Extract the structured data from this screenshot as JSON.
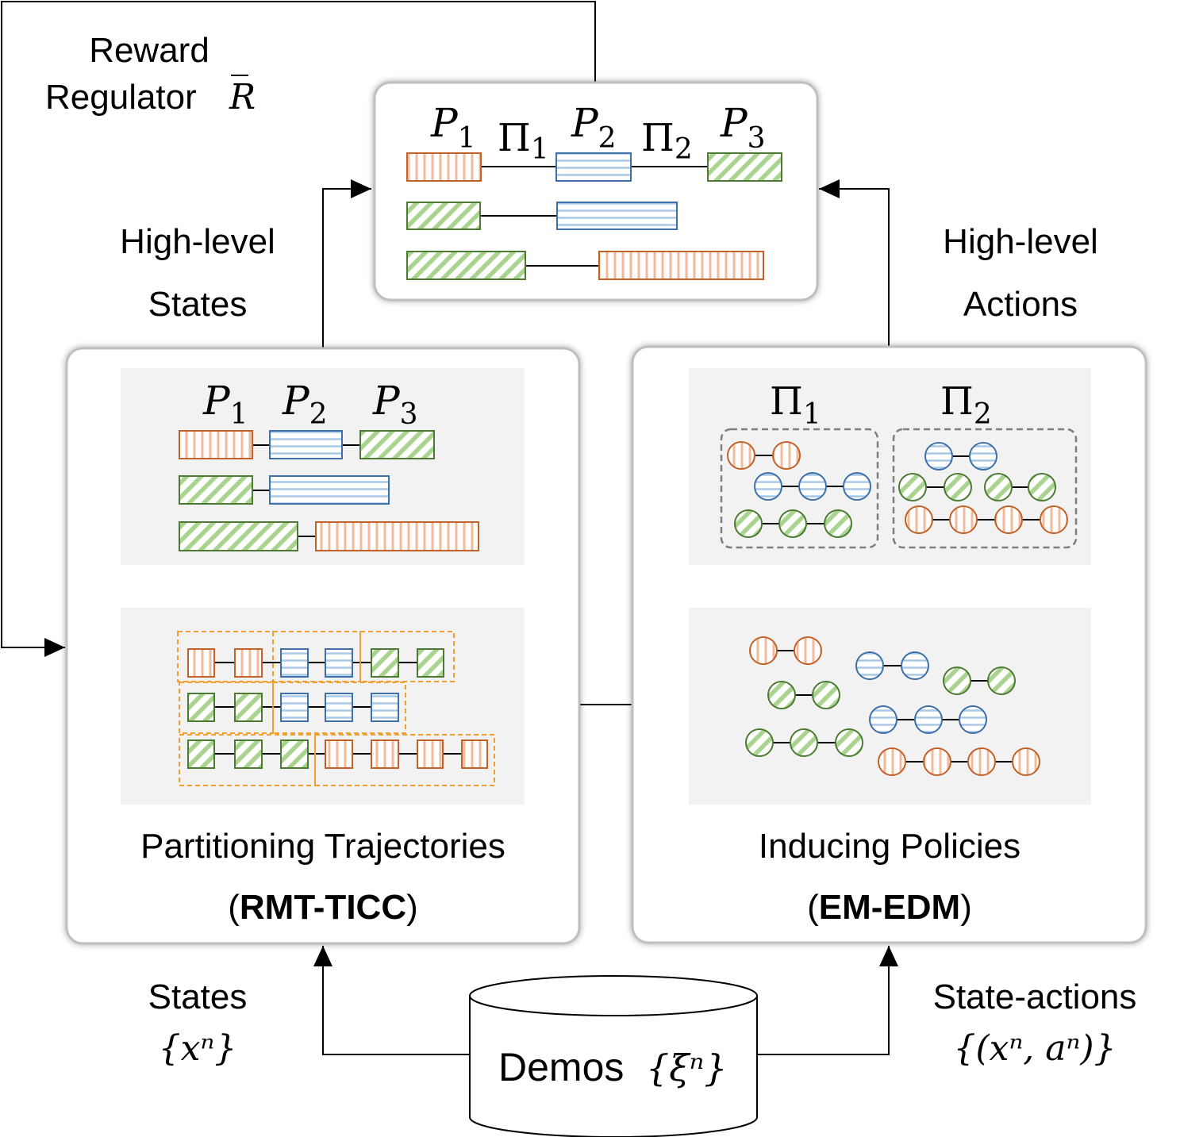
{
  "labels": {
    "reward_line1": "Reward",
    "reward_line2": "Regulator",
    "reward_symbol": "R",
    "hl_states_1": "High-level",
    "hl_states_2": "States",
    "hl_actions_1": "High-level",
    "hl_actions_2": "Actions",
    "partition_title": "Partitioning Trajectories",
    "partition_method": "RMT-TICC",
    "inducing_title": "Inducing Policies",
    "inducing_method": "EM-EDM",
    "states_label": "States",
    "states_math": "{xⁿ}",
    "stateactions_label": "State-actions",
    "stateactions_math": "{(xⁿ, aⁿ)}",
    "demos_label": "Demos",
    "demos_math": "{ξⁿ}",
    "paren_open": "(",
    "paren_close": ")"
  },
  "phases": {
    "p1": "P",
    "p1_sub": "1",
    "p2": "P",
    "p2_sub": "2",
    "p3": "P",
    "p3_sub": "3"
  },
  "policies": {
    "pi1": "Π",
    "pi1_sub": "1",
    "pi2": "Π",
    "pi2_sub": "2"
  },
  "colors": {
    "orange": "#c0622a",
    "blue": "#3d6fa8",
    "green": "#4c7a32",
    "dash_orange": "#f0a030",
    "panel": "#f2f2f2",
    "box_border": "#bfbfbf"
  }
}
